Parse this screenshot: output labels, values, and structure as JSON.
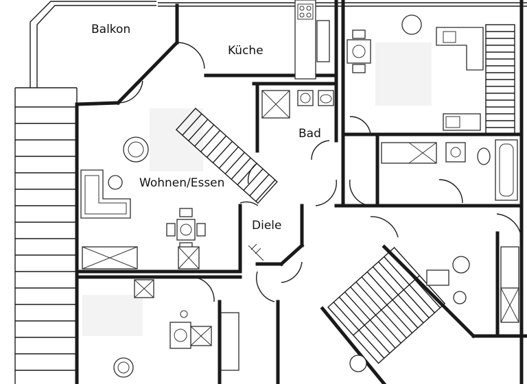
{
  "rooms": {
    "balkon": "Balkon",
    "kueche": "Küche",
    "bad": "Bad",
    "wohnen_essen": "Wohnen/Essen",
    "diele": "Diele"
  },
  "colors": {
    "wall": "#1a1a1a",
    "background": "#ffffff",
    "redaction": "#f2f2f2"
  }
}
